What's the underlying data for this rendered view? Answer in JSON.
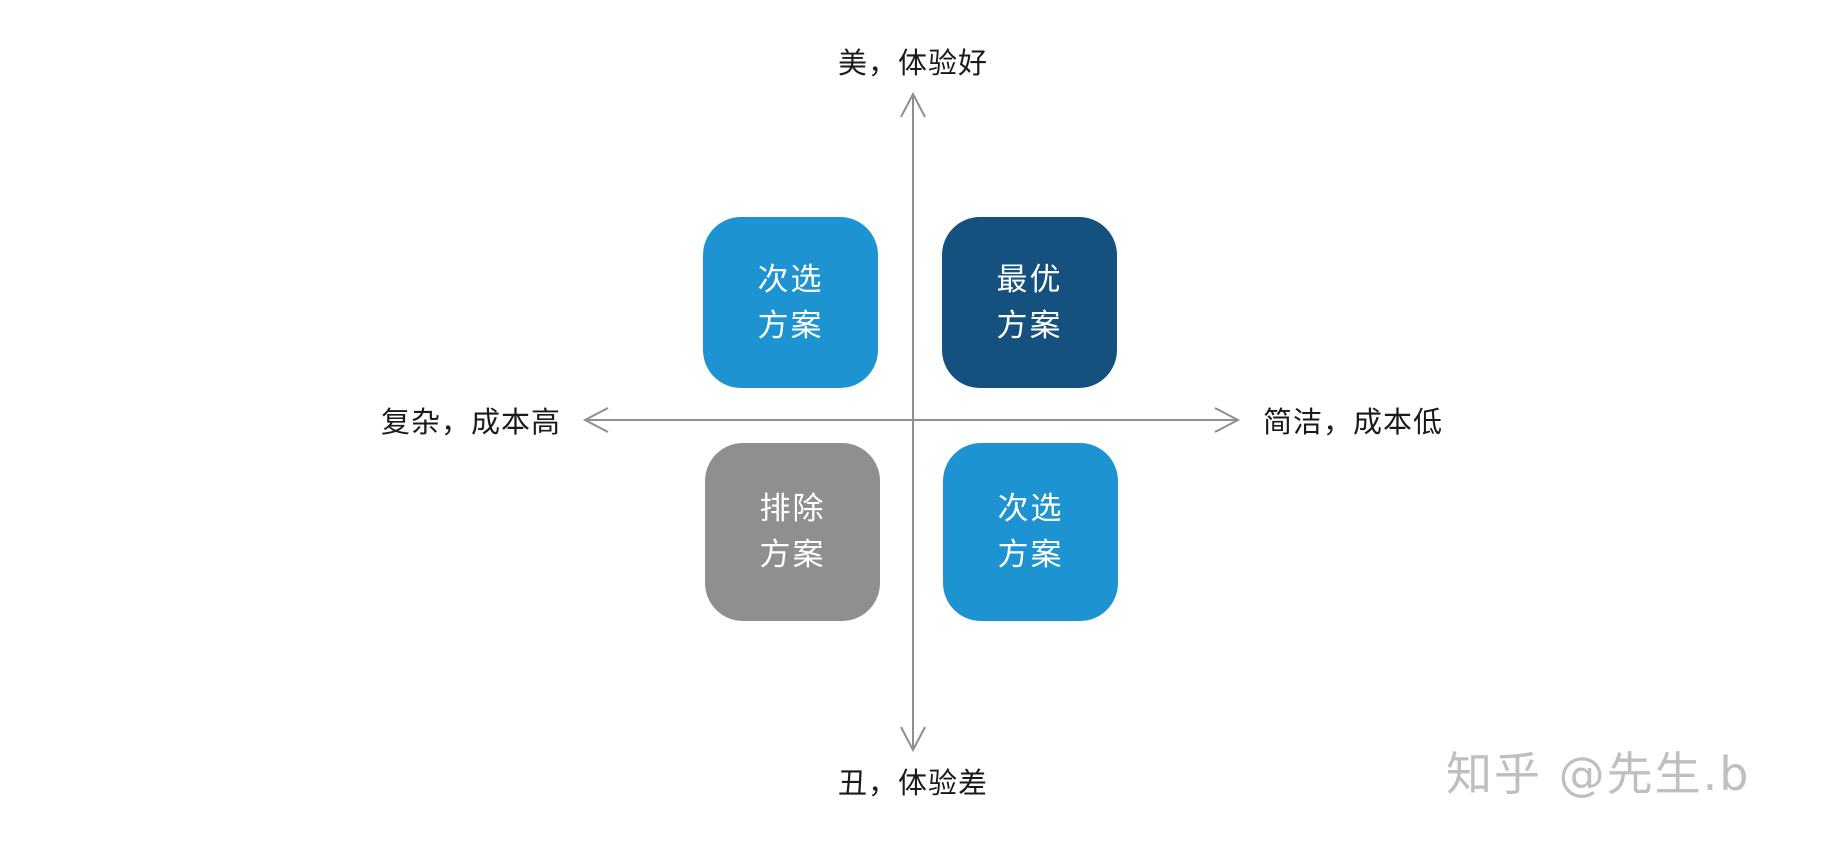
{
  "diagram": {
    "title_semantic": "solution-priority-quadrant",
    "axes": {
      "top_label": "美，体验好",
      "bottom_label": "丑，体验差",
      "left_label": "复杂，成本高",
      "right_label": "简洁，成本低",
      "line_color": "#8f8f8f",
      "label_color": "#1a1a1a"
    },
    "quadrants": [
      {
        "position": "top-left",
        "line1": "次选",
        "line2": "方案",
        "label": "次选方案",
        "color": "#1e93d2"
      },
      {
        "position": "top-right",
        "line1": "最优",
        "line2": "方案",
        "label": "最优方案",
        "color": "#15517e"
      },
      {
        "position": "bottom-left",
        "line1": "排除",
        "line2": "方案",
        "label": "排除方案",
        "color": "#8f8f8f"
      },
      {
        "position": "bottom-right",
        "line1": "次选",
        "line2": "方案",
        "label": "次选方案",
        "color": "#1e93d2"
      }
    ],
    "watermark": {
      "text": "知乎 @先生.b",
      "color": "#b5b5b5"
    }
  }
}
